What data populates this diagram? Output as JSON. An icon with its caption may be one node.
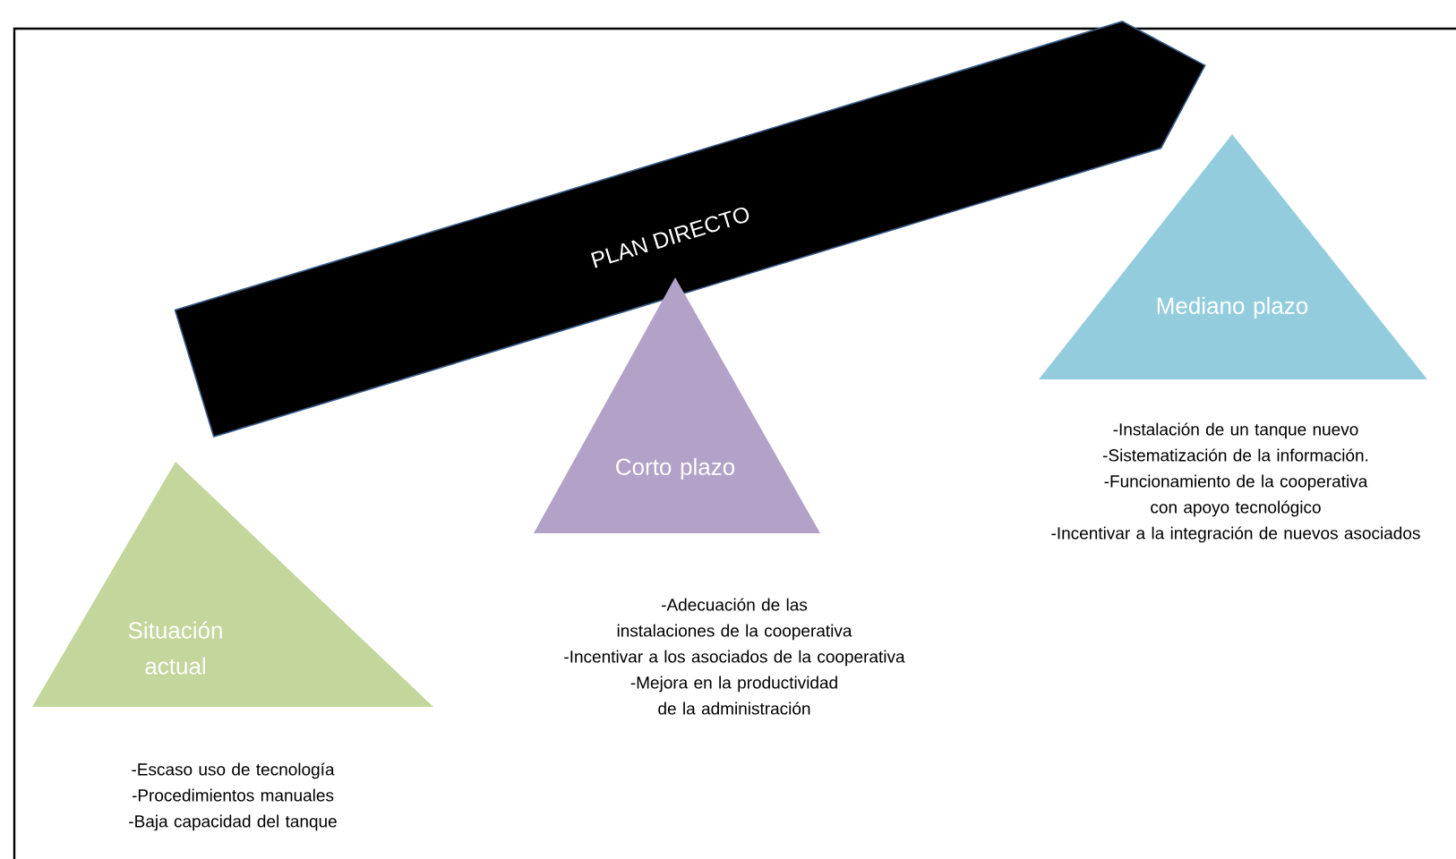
{
  "diagram": {
    "nodes": [
      {
        "text": [
          "PLAN DIRECTO"
        ]
      },
      {
        "text": [
          "Situación actual"
        ],
        "beside": [
          "-Escaso uso de tecnología",
          "-Procedimientos manuales",
          "-Baja capacidad del tanque"
        ]
      },
      {
        "text": [
          "Corto plazo"
        ],
        "beside": [
          "-Adecuación de las instalaciones de la cooperativa",
          "-Incentivar a los asociados de la cooperativa",
          "-Mejora en la productividad de la administración"
        ]
      },
      {
        "text": [
          "Mediano plazo"
        ],
        "beside": [
          "-Instalación de un tanque nuevo",
          "-Sistematización de la información.",
          "-Funcionamiento de la cooperativa con apoyo tecnológico",
          "-Incentivar a la integración de nuevos asociados"
        ]
      }
    ]
  }
}
